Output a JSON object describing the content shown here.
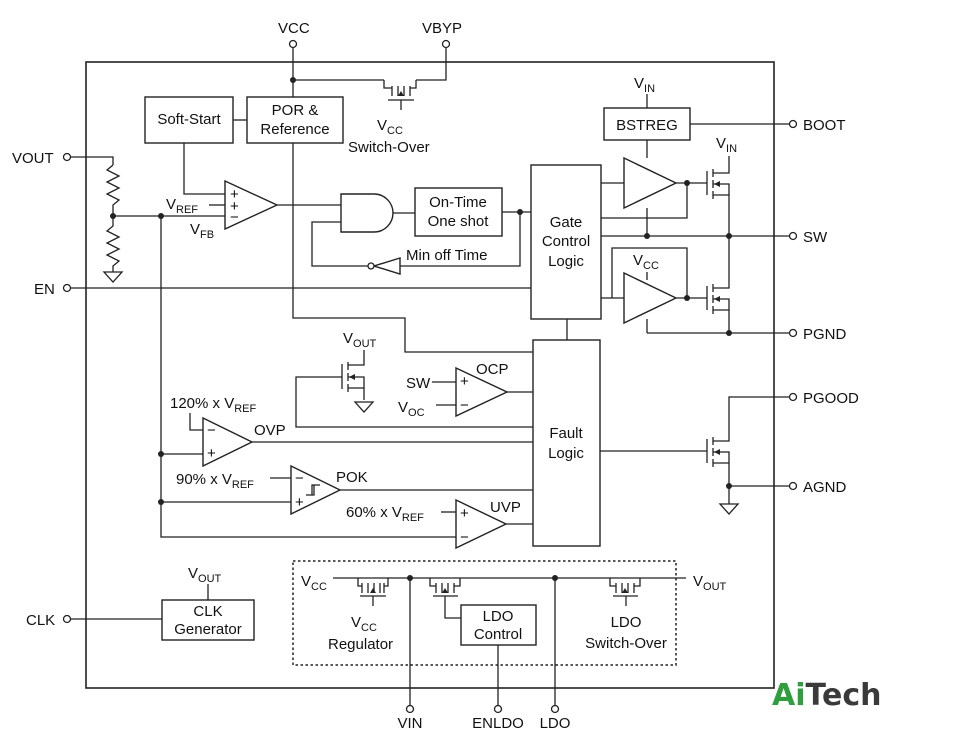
{
  "pins": {
    "vcc": "VCC",
    "vbyp": "VBYP",
    "vout": "VOUT",
    "en": "EN",
    "clk": "CLK",
    "boot": "BOOT",
    "sw": "SW",
    "pgnd": "PGND",
    "pgood": "PGOOD",
    "agnd": "AGND",
    "vin": "VIN",
    "enldo": "ENLDO",
    "ldo": "LDO"
  },
  "blocks": {
    "soft_start": "Soft-Start",
    "por_line1": "POR &",
    "por_line2": "Reference",
    "vcc_switch_over": "Switch-Over",
    "bstreg": "BSTREG",
    "ontime_line1": "On-Time",
    "ontime_line2": "One shot",
    "min_off_time": "Min off Time",
    "gate_line1": "Gate",
    "gate_line2": "Control",
    "gate_line3": "Logic",
    "fault_line1": "Fault",
    "fault_line2": "Logic",
    "ocp": "OCP",
    "ovp": "OVP",
    "pok": "POK",
    "uvp": "UVP",
    "clk_line1": "CLK",
    "clk_line2": "Generator",
    "ldo_control_line1": "LDO",
    "ldo_control_line2": "Control",
    "vcc_regulator": "Regulator",
    "ldo_switch_line1": "LDO",
    "ldo_switch_line2": "Switch-Over"
  },
  "labels": {
    "v": "V",
    "sub_cc": "CC",
    "sub_out": "OUT",
    "sub_in": "IN",
    "sub_ref": "REF",
    "sub_fb": "FB",
    "sub_oc": "OC",
    "sw_in": "SW",
    "ovp_ref": "120% x V",
    "pok_ref": "90% x V",
    "uvp_ref": "60% x V",
    "plus": "+",
    "minus": "−"
  },
  "watermark": "AiTech",
  "colors": {
    "line": "#222222",
    "watermark_green": "#2e9e3e",
    "watermark_dark": "#3a3a3a"
  }
}
